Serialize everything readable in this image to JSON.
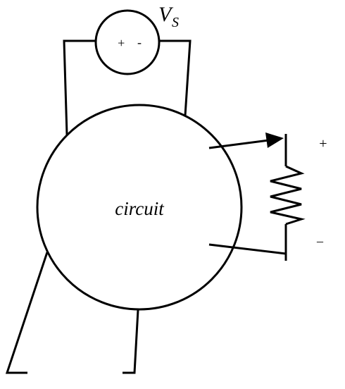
{
  "circuit": {
    "label": "circuit"
  },
  "source": {
    "name": "V",
    "subscript": "S",
    "plus": "+",
    "minus": "-"
  },
  "load": {
    "plus": "+",
    "minus": "–"
  }
}
